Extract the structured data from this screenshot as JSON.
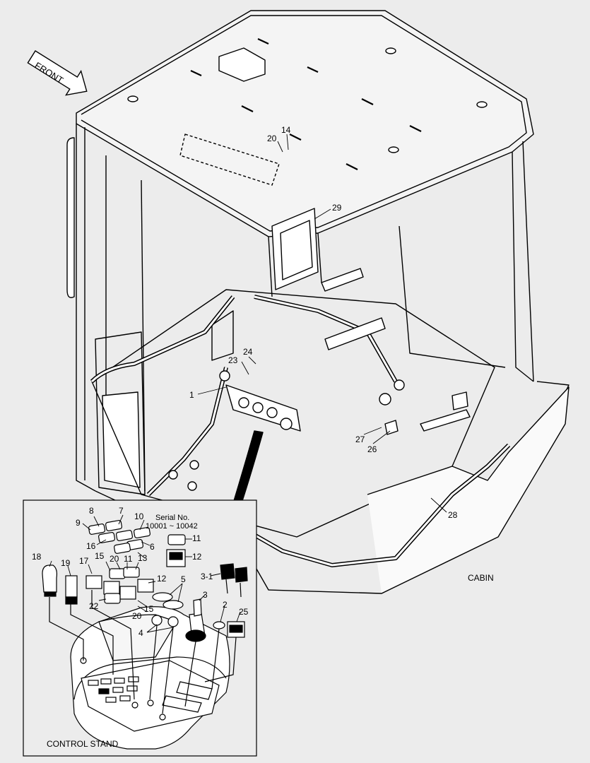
{
  "direction_label": "FRONT",
  "assembly_label": "CABIN",
  "inset": {
    "title": "CONTROL STAND",
    "serial_title": "Serial No.",
    "serial_range": "10001 ~ 10042"
  },
  "callouts_main": [
    "20",
    "14",
    "29",
    "24",
    "23",
    "1",
    "27",
    "26",
    "28"
  ],
  "callouts_inset": [
    "8",
    "7",
    "10",
    "9",
    "16",
    "6",
    "15",
    "13",
    "18",
    "19",
    "17",
    "20",
    "11",
    "12",
    "5",
    "3-1",
    "3",
    "22",
    "15",
    "20",
    "2",
    "25",
    "4",
    "11",
    "12"
  ],
  "colors": {
    "background": "#ececec",
    "line": "#000000",
    "panel": "#ffffff"
  }
}
